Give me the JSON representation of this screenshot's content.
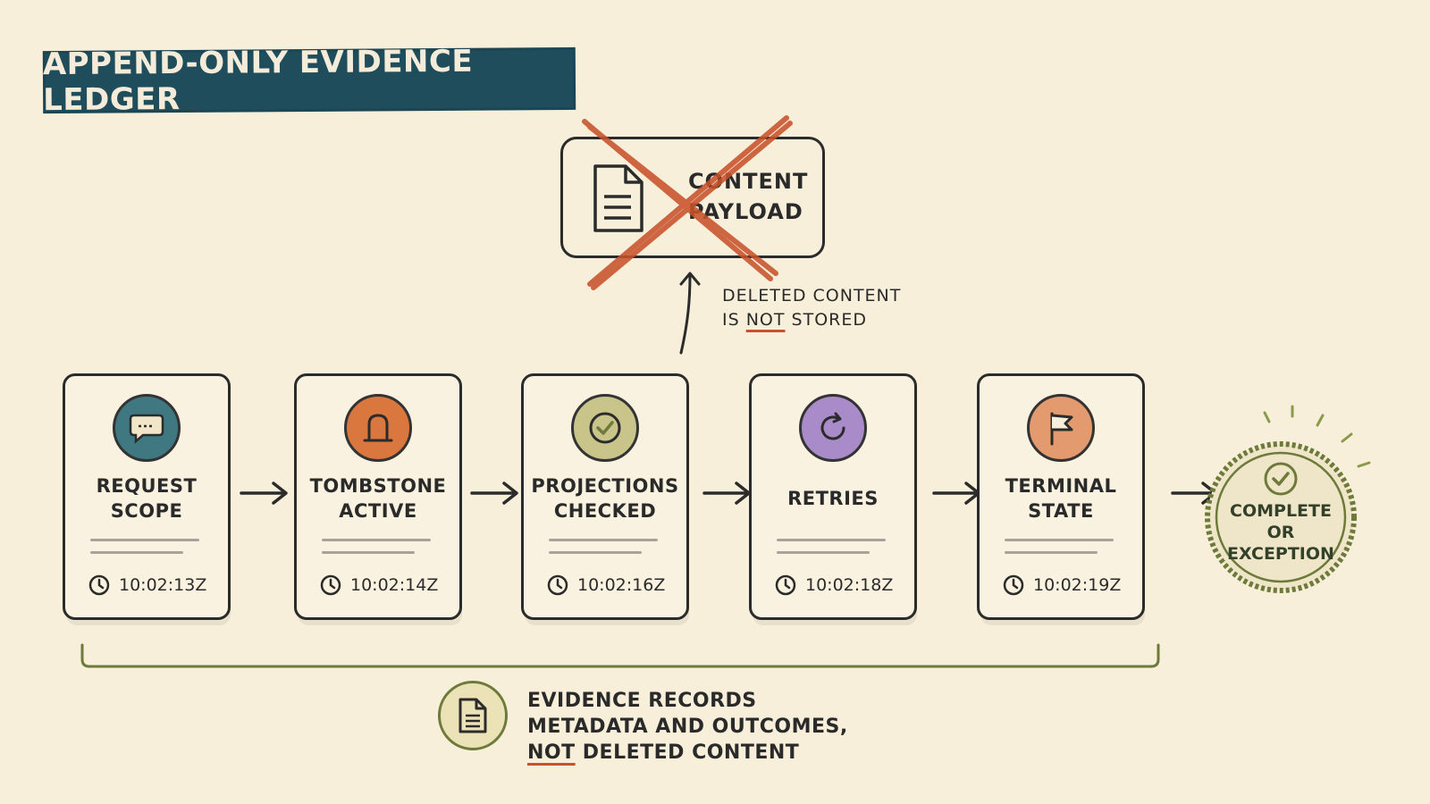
{
  "title": "APPEND-ONLY EVIDENCE LEDGER",
  "payload": {
    "label_line1": "CONTENT",
    "label_line2": "PAYLOAD"
  },
  "note": {
    "line1": "DELETED CONTENT",
    "line2_prefix": "IS ",
    "line2_emphasis": "NOT",
    "line2_suffix": " STORED"
  },
  "steps": [
    {
      "label": "REQUEST\nSCOPE",
      "time": "10:02:13Z",
      "icon": "chat-bubble-icon",
      "color": "#3f7880"
    },
    {
      "label": "TOMBSTONE\nACTIVE",
      "time": "10:02:14Z",
      "icon": "tombstone-icon",
      "color": "#d9773f"
    },
    {
      "label": "PROJECTIONS\nCHECKED",
      "time": "10:02:16Z",
      "icon": "check-circle-icon",
      "color": "#c8c48a"
    },
    {
      "label": "RETRIES",
      "time": "10:02:18Z",
      "icon": "retry-icon",
      "color": "#a98bc9"
    },
    {
      "label": "TERMINAL\nSTATE",
      "time": "10:02:19Z",
      "icon": "flag-icon",
      "color": "#e39a6e"
    }
  ],
  "outcome": {
    "label": "COMPLETE\nOR\nEXCEPTION",
    "icon": "check-badge-icon",
    "color": "#6d7a3a"
  },
  "evidence": {
    "line1": "EVIDENCE RECORDS",
    "line2": "METADATA AND OUTCOMES,",
    "line3_emphasis": "NOT",
    "line3_suffix": " DELETED CONTENT",
    "icon": "document-icon"
  }
}
